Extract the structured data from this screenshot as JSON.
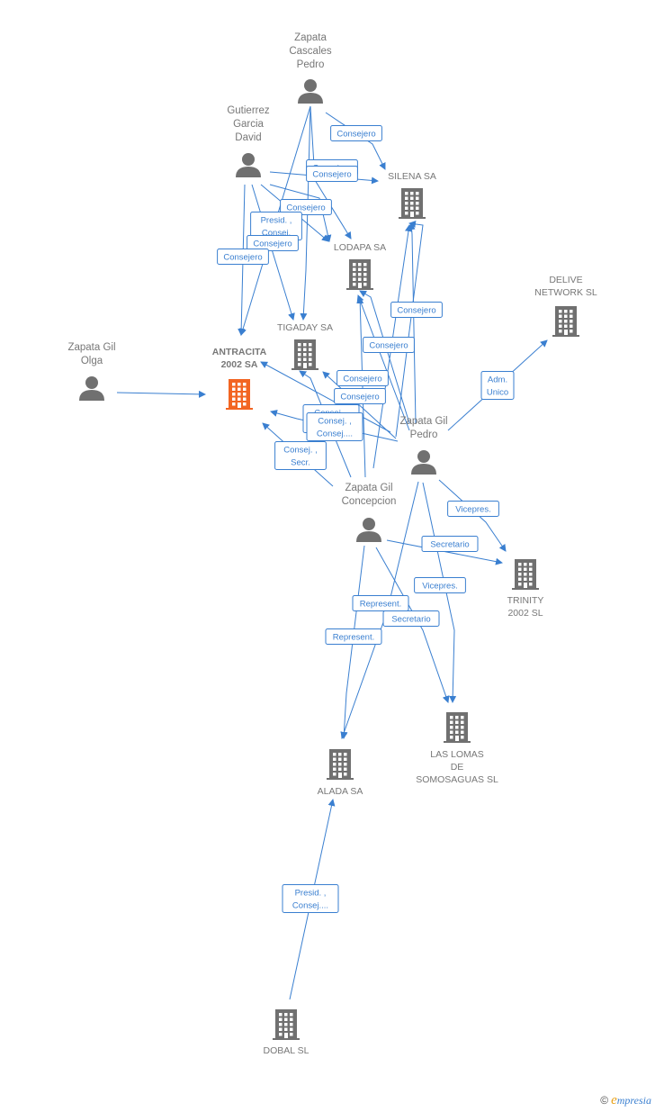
{
  "colors": {
    "edge": "#3a7fd0",
    "node": "#707070",
    "focus_node": "#f26522",
    "label": "#777777"
  },
  "nodes": [
    {
      "id": "zcp",
      "type": "person",
      "lines": [
        "Zapata",
        "Cascales",
        "Pedro"
      ]
    },
    {
      "id": "ggd",
      "type": "person",
      "lines": [
        "Gutierrez",
        "Garcia",
        "David"
      ]
    },
    {
      "id": "zgo",
      "type": "person",
      "lines": [
        "Zapata Gil",
        "Olga"
      ]
    },
    {
      "id": "zgp",
      "type": "person",
      "lines": [
        "Zapata Gil",
        "Pedro"
      ]
    },
    {
      "id": "zgc",
      "type": "person",
      "lines": [
        "Zapata Gil",
        "Concepcion"
      ]
    },
    {
      "id": "silena",
      "type": "company",
      "lines": [
        "SILENA SA"
      ]
    },
    {
      "id": "lodapa",
      "type": "company",
      "lines": [
        "LODAPA SA"
      ]
    },
    {
      "id": "delive",
      "type": "company",
      "lines": [
        "DELIVE",
        "NETWORK SL"
      ]
    },
    {
      "id": "tigaday",
      "type": "company",
      "lines": [
        "TIGADAY SA"
      ]
    },
    {
      "id": "antracita",
      "type": "company",
      "focus": true,
      "lines": [
        "ANTRACITA",
        "2002 SA"
      ]
    },
    {
      "id": "trinity",
      "type": "company",
      "lines": [
        "TRINITY",
        "2002 SL"
      ]
    },
    {
      "id": "lomas",
      "type": "company",
      "lines": [
        "LAS LOMAS",
        "DE",
        "SOMOSAGUAS SL"
      ]
    },
    {
      "id": "alada",
      "type": "company",
      "lines": [
        "ALADA SA"
      ]
    },
    {
      "id": "dobal",
      "type": "company",
      "lines": [
        "DOBAL  SL"
      ]
    }
  ],
  "edge_labels": [
    {
      "lines": [
        "Consejero"
      ]
    },
    {
      "lines": [
        "Consejero"
      ]
    },
    {
      "lines": [
        "Consejero"
      ]
    },
    {
      "lines": [
        "Consejero"
      ]
    },
    {
      "lines": [
        "Presid. ,",
        "Consej."
      ]
    },
    {
      "lines": [
        "Consejero"
      ]
    },
    {
      "lines": [
        "Consejero"
      ]
    },
    {
      "lines": [
        "Consejero"
      ]
    },
    {
      "lines": [
        "Consejero"
      ]
    },
    {
      "lines": [
        "Consejero"
      ]
    },
    {
      "lines": [
        "Consejero"
      ]
    },
    {
      "lines": [
        "Consejero"
      ]
    },
    {
      "lines": [
        "Consej. ,",
        "Consej...."
      ]
    },
    {
      "lines": [
        "Consej. ,",
        "Secr."
      ]
    },
    {
      "lines": [
        "Adm.",
        "Unico"
      ]
    },
    {
      "lines": [
        "Vicepres."
      ]
    },
    {
      "lines": [
        "Secretario"
      ]
    },
    {
      "lines": [
        "Vicepres."
      ]
    },
    {
      "lines": [
        "Represent."
      ]
    },
    {
      "lines": [
        "Secretario"
      ]
    },
    {
      "lines": [
        "Represent."
      ]
    },
    {
      "lines": [
        "Presid. ,",
        "Consej...."
      ]
    }
  ],
  "brand": {
    "copyright": "©",
    "e": "e",
    "rest": "mpresia"
  }
}
